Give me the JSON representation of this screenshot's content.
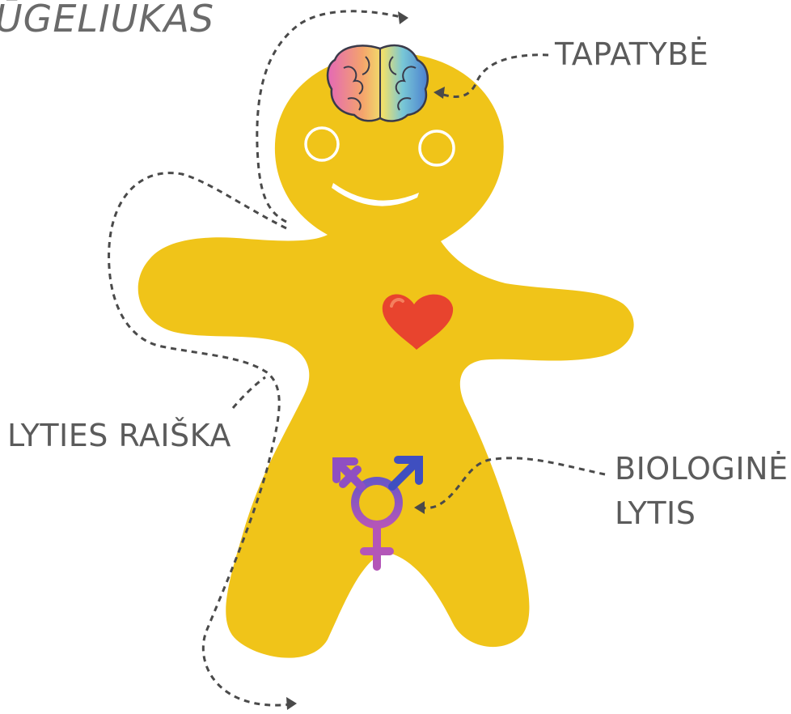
{
  "title": "ŪGELIUKAS",
  "labels": {
    "identity": "TAPATYBĖ",
    "expression": "LYTIES RAIŠKA",
    "biological_line1": "BIOLOGINĖ",
    "biological_line2": "LYTIS"
  },
  "colors": {
    "body": "#f0c419",
    "dashed_line": "#4a4a4a",
    "text": "#5b5b5b",
    "heart": "#e8442e",
    "symbol": "#8a4fb5"
  },
  "icons": [
    "brain-icon",
    "heart-icon",
    "transgender-symbol-icon"
  ]
}
